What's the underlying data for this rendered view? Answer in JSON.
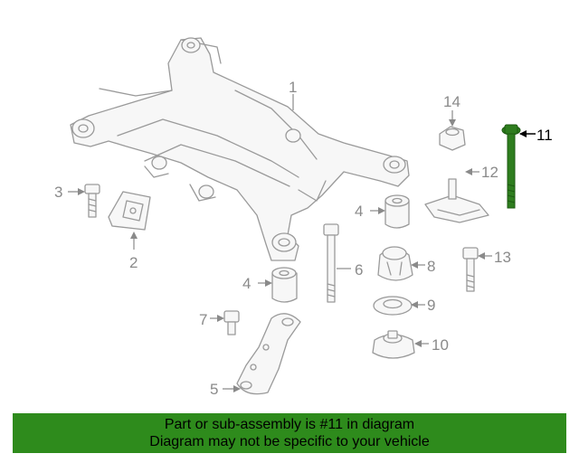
{
  "highlight_color": "#2e8b1c",
  "highlight_part_color": "#2e7d1e",
  "callouts": {
    "c1": "1",
    "c2": "2",
    "c3": "3",
    "c4a": "4",
    "c4b": "4",
    "c5": "5",
    "c6": "6",
    "c7": "7",
    "c8": "8",
    "c9": "9",
    "c10": "10",
    "c11": "11",
    "c12": "12",
    "c13": "13",
    "c14": "14"
  },
  "highlighted_part": "11",
  "banner": {
    "line1": "Part or sub-assembly is #11 in diagram",
    "line2": "Diagram may not be specific to your vehicle"
  }
}
